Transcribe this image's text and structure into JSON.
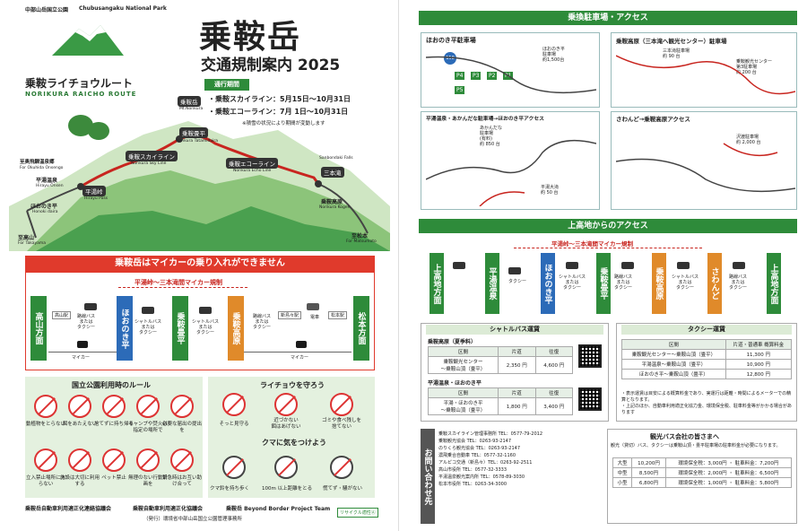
{
  "left": {
    "park_jp": "中部山岳国立公園",
    "park_en": "Chubusangaku National Park",
    "title": "乗鞍岳",
    "subtitle": "交通規制案内 2025",
    "route_jp": "乗鞍ライチョウルート",
    "route_en": "NORIKURA RAICHO ROUTE",
    "period_label": "通行期間",
    "period_lines": [
      "・乗鞍スカイライン：5月15日～10月31日",
      "・乗鞍エコーライン：7月 1日～10月31日"
    ],
    "period_note": "※積雪の状況により期間が変動します",
    "map_labels": {
      "summit": "乗鞍岳",
      "summit_en": "Mt.Norikura",
      "tatamidaira": "乗鞍畳平",
      "tatamidaira_en": "Norikura Tatamidaira",
      "skyline": "乗鞍スカイライン",
      "skyline_en": "Norikura Sky Line",
      "echoline": "乗鞍エコーライン",
      "echoline_en": "Norikura Echo Line",
      "hirayu_pass": "平湯峠",
      "hirayu_pass_en": "Hirayu Pass",
      "sanbondaki": "三本滝",
      "sanbondaki_en": "Sanbondaki Falls",
      "kogen": "乗鞍高原",
      "kogen_en": "Norikura Kogen",
      "hirayu_onsen": "平湯温泉",
      "hirayu_onsen_en": "Hirayu Onsen",
      "hooki": "ほおのき平",
      "hooki_en": "Honoki daira",
      "okuhida": "至奥飛騨温泉郷",
      "okuhida_en": "For Okuhida Onsengo",
      "takayama": "至高山",
      "takayama_en": "For Takayama",
      "matsumoto": "至松本",
      "matsumoto_en": "For Matsumoto"
    },
    "banner": "乗鞍岳はマイカーの乗り入れができません",
    "regulation": "平湯峠～三本滝間マイカー規制",
    "flow": {
      "takayama": "高山方面",
      "hooki": "ほおのき平",
      "tatami": "乗鞍畳平",
      "kogen": "乗鞍高原",
      "matsumoto": "松本方面",
      "takayama_stn": "高山駅",
      "shimashima": "新島々駅",
      "matsumoto_stn": "松本駅",
      "bus_or_taxi": "路線バス\nまたは\nタクシー",
      "shuttle_or_taxi": "シャトルバス\nまたは\nタクシー",
      "train": "電車",
      "mycar": "マイカー"
    },
    "rules_title": "国立公園利用時のルール",
    "rules": [
      "動植物をとらない",
      "餌をあたえない",
      "捨てずに持ち帰る",
      "キャンプや焚火は指定の場所で",
      "必要な届出の提出を",
      "立入禁止場所に入らない",
      "施設は大切に利用する",
      "ペット禁止",
      "無理のない行動計画を",
      "緊急時はお互い助け合って"
    ],
    "raicho_title": "ライチョウを守ろう",
    "raicho_rules": [
      "そっと見守る",
      "近づかない\n餌はあげない",
      "ゴミや食べ残しを\n捨てない"
    ],
    "bear_title": "クマに気をつけよう",
    "bear_rules": [
      "クマ鈴を持ち歩く",
      "100m 以上距離をとる",
      "慌てず・騒がない"
    ],
    "footer_orgs": [
      "乗鞍岳自動車利用適正化連絡協議会",
      "乗鞍自動車利用適正化協議会",
      "乗鞍岳 Beyond Border Project Team"
    ],
    "footer_issuer": "（発行）環境省中部山岳国立公園管理事務所",
    "recycle": "リサイクル適性Ⓐ"
  },
  "right": {
    "parking_title": "乗換駐車場・アクセス",
    "hooki_parking": "ほおのき平駐車場",
    "hooki_parking_sub": "ほおのき平\n駐車場\n約1,500台",
    "route158": "158",
    "p_codes": [
      "P4",
      "P3",
      "P2",
      "P1",
      "P5"
    ],
    "kogen_parking": "乗鞍高原（三本滝へ観光センター）駐車場",
    "sanbondaki_parking": "三本滝駐車場\n約 90 台",
    "center_parking": "乗鞍観光センター\n第3駐車場\n約 200 台",
    "hirayu_parking": "平湯温泉・あかんだな駐車場→ほおのき平アクセス",
    "akandana": "あかんだな\n駐車場\n(有料)\n約 850 台",
    "sawando": "さわんど→乗鞍高原アクセス",
    "sawando_parking": "沢渡駐車場\n約 2,000 台",
    "hiraya_oohashi": "平湯大滝\n約 50 台",
    "access_title": "上高地からのアクセス",
    "access_reg": "平湯峠～三本滝間マイカー規制",
    "access_cols": [
      "上高地方面",
      "平湯温泉",
      "ほおのき平",
      "乗鞍畳平",
      "乗鞍高原",
      "さわんど",
      "上高地方面"
    ],
    "access_labels": [
      "タクシー",
      "シャトルバス\nまたは\nタクシー",
      "路線バス\nまたは\nタクシー",
      "シャトルバス\nまたは\nタクシー",
      "路線バス\nまたは\nタクシー"
    ],
    "shuttle_title": "シャトルバス運賃",
    "shuttle_sub1": "乗鞍高原（夏季料）",
    "shuttle_row1": [
      "乗鞍観光センター\n～乗鞍山頂（畳平）",
      "2,350 円",
      "4,600 円"
    ],
    "shuttle_sub2": "平湯温泉・ほおのき平",
    "shuttle_row2": [
      "平湯・ほおのき平\n～乗鞍山頂（畳平）",
      "1,800 円",
      "3,400 円"
    ],
    "shuttle_heads": [
      "区間",
      "片道",
      "往復"
    ],
    "taxi_title": "タクシー運賃",
    "taxi_heads": [
      "区間",
      "片道・普通車 概算料金"
    ],
    "taxi_rows": [
      [
        "乗鞍観光センター～乗鞍山頂（畳平）",
        "11,300 円"
      ],
      [
        "平湯温泉～乗鞍山頂（畳平）",
        "10,900 円"
      ],
      [
        "ほおのき平～乗鞍山頂（畳平）",
        "12,800 円"
      ]
    ],
    "taxi_note": "・表示運賃は目安による概算料金であり、実運行は距離・時間によるメーターでの精算となります。\n・上記のほか、自動車利用適正化協力金、環境保全税、駐車料金等がかかる場合があります",
    "contact_title": "お問い合わせ先",
    "contact_lines": [
      "乗鞍スカイライン管理事務所 TEL：0577-79-2012",
      "乗鞍観光協会 TEL：0263-93-2147",
      "のりくら観光協会 TEL：0263-93-2147",
      "濃飛乗合自動車 TEL：0577-32-1160",
      "アルピコ交通（新島々）TEL：0263-92-2511",
      "高山市役所 TEL：0577-32-3333",
      "平湯温泉観光案内所 TEL：0578-89-3030",
      "松本市役所 TEL：0263-34-3000"
    ],
    "bus_note_title": "観光バス会社の皆さまへ",
    "bus_note_sub": "観光（貸切）バス、タクシーは乗鞍山頂・畳平駐車場の駐車料金が必要になります。",
    "bus_table": [
      [
        "大型",
        "10,200円",
        "環境保全税：3,000円 ・ 駐車料金：7,200円"
      ],
      [
        "中型",
        "8,500円",
        "環境保全税：2,000円 ・ 駐車料金：6,500円"
      ],
      [
        "小型",
        "6,800円",
        "環境保全税：1,000円 ・ 駐車料金：5,800円"
      ]
    ]
  }
}
